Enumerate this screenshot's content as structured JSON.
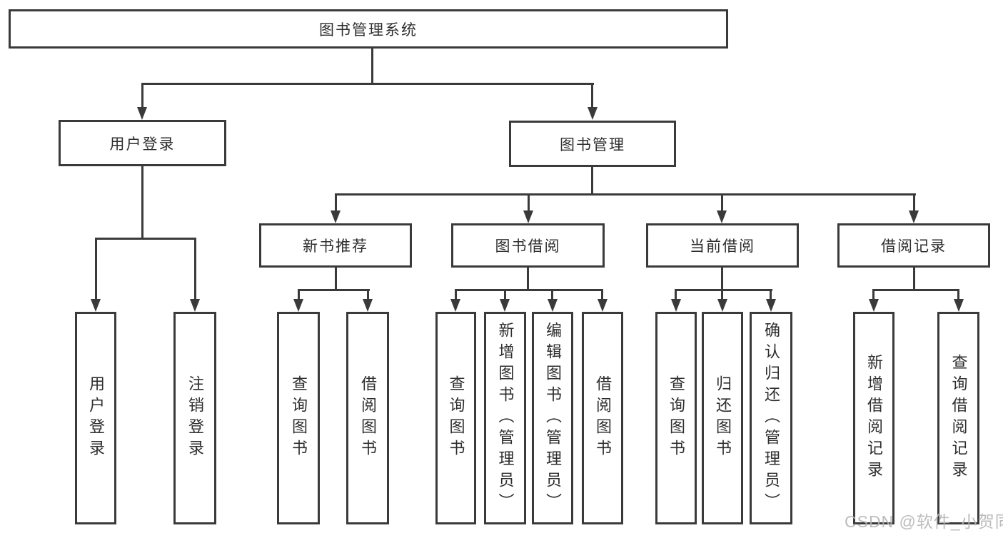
{
  "nodes": {
    "root": {
      "label": "图书管理系统"
    },
    "level2": [
      {
        "label": "用户登录"
      },
      {
        "label": "图书管理"
      }
    ],
    "level3": [
      {
        "label": "新书推荐"
      },
      {
        "label": "图书借阅"
      },
      {
        "label": "当前借阅"
      },
      {
        "label": "借阅记录"
      }
    ],
    "leaves": [
      {
        "label": "用户登录"
      },
      {
        "label": "注销登录"
      },
      {
        "label": "查询图书"
      },
      {
        "label": "借阅图书"
      },
      {
        "label": "查询图书"
      },
      {
        "label": "新增图书（管理员）"
      },
      {
        "label": "编辑图书（管理员）"
      },
      {
        "label": "借阅图书"
      },
      {
        "label": "查询图书"
      },
      {
        "label": "归还图书"
      },
      {
        "label": "确认归还（管理员）"
      },
      {
        "label": "新增借阅记录"
      },
      {
        "label": "查询借阅记录"
      }
    ]
  },
  "hierarchy": {
    "图书管理系统": [
      "用户登录",
      "图书管理"
    ],
    "用户登录": [
      "用户登录",
      "注销登录"
    ],
    "图书管理": [
      "新书推荐",
      "图书借阅",
      "当前借阅",
      "借阅记录"
    ],
    "新书推荐": [
      "查询图书",
      "借阅图书"
    ],
    "图书借阅": [
      "查询图书",
      "新增图书（管理员）",
      "编辑图书（管理员）",
      "借阅图书"
    ],
    "当前借阅": [
      "查询图书",
      "归还图书",
      "确认归还（管理员）"
    ],
    "借阅记录": [
      "新增借阅记录",
      "查询借阅记录"
    ]
  },
  "watermark": {
    "text": "CSDN @软件_小贺同学"
  },
  "colors": {
    "line": "#3a3a3a",
    "text": "#2e2e2e",
    "watermark": "#b5b5b5",
    "background": "#ffffff"
  }
}
